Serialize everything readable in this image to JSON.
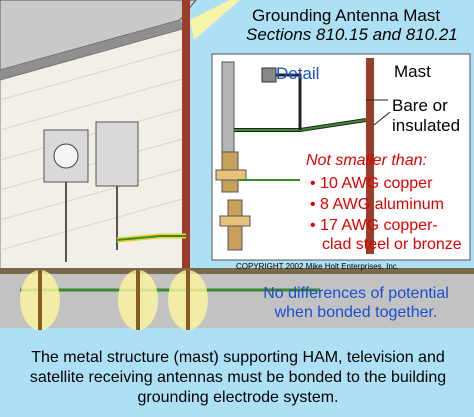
{
  "title": {
    "line1": "Grounding Antenna Mast",
    "line2": "Sections 810.15 and 810.21"
  },
  "detail": {
    "label": "Detail"
  },
  "callouts": {
    "mast": "Mast",
    "bare_or_insulated_line1": "Bare or",
    "bare_or_insulated_line2": "insulated"
  },
  "requirements": {
    "heading": "Not smaller than:",
    "items": [
      "• 10 AWG copper",
      "• 8 AWG aluminum",
      "• 17 AWG copper-",
      "clad steel or bronze"
    ]
  },
  "copyright": "COPYRIGHT 2002  Mike Holt Enterprises, Inc.",
  "bonding_note": {
    "line1": "No differences of potential",
    "line2": "when bonded together."
  },
  "footer": {
    "text": "The metal structure (mast) supporting HAM, television and satellite receiving antennas must be bonded to the building grounding electrode system."
  },
  "colors": {
    "sky": "#aee0f5",
    "detail_text": "#1b4fd1",
    "requirement_text": "#e00000",
    "conductor": "#3a8a2e",
    "mast": "#9a3d2a"
  }
}
